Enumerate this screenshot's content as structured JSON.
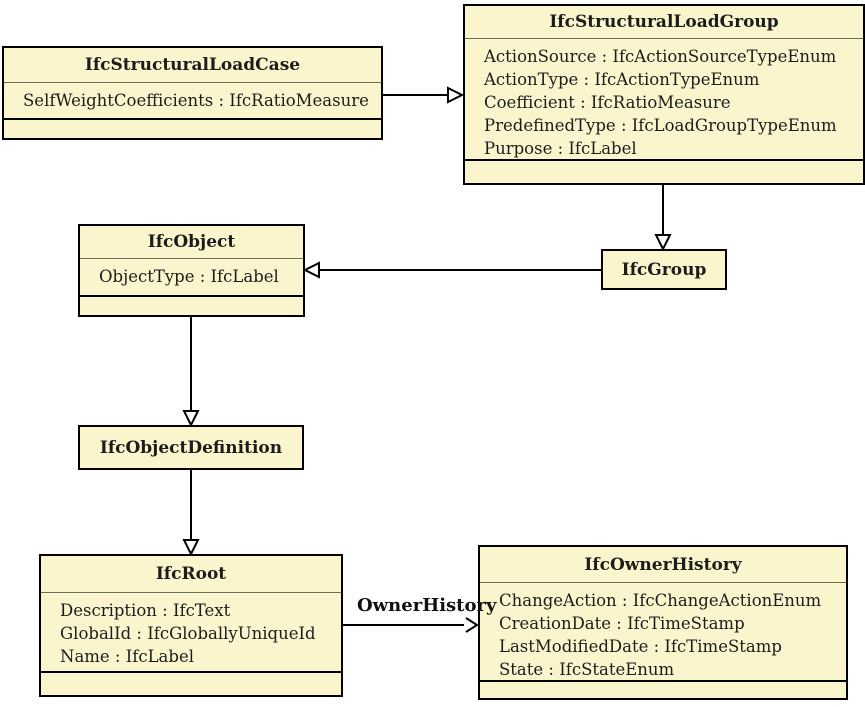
{
  "diagram": {
    "classes": [
      {
        "name": "IfcStructuralLoadCase",
        "attributes": [
          "SelfWeightCoefficients : IfcRatioMeasure"
        ]
      },
      {
        "name": "IfcStructuralLoadGroup",
        "attributes": [
          "ActionSource : IfcActionSourceTypeEnum",
          "ActionType : IfcActionTypeEnum",
          "Coefficient : IfcRatioMeasure",
          "PredefinedType : IfcLoadGroupTypeEnum",
          "Purpose : IfcLabel"
        ]
      },
      {
        "name": "IfcObject",
        "attributes": [
          "ObjectType : IfcLabel"
        ]
      },
      {
        "name": "IfcGroup",
        "attributes": []
      },
      {
        "name": "IfcObjectDefinition",
        "attributes": []
      },
      {
        "name": "IfcRoot",
        "attributes": [
          "Description : IfcText",
          "GlobalId : IfcGloballyUniqueId",
          "Name : IfcLabel"
        ]
      },
      {
        "name": "IfcOwnerHistory",
        "attributes": [
          "ChangeAction : IfcChangeActionEnum",
          "CreationDate : IfcTimeStamp",
          "LastModifiedDate : IfcTimeStamp",
          "State : IfcStateEnum"
        ]
      }
    ],
    "relationships": [
      {
        "from": "IfcStructuralLoadCase",
        "to": "IfcStructuralLoadGroup",
        "type": "inheritance"
      },
      {
        "from": "IfcStructuralLoadGroup",
        "to": "IfcGroup",
        "type": "inheritance"
      },
      {
        "from": "IfcGroup",
        "to": "IfcObject",
        "type": "inheritance"
      },
      {
        "from": "IfcObject",
        "to": "IfcObjectDefinition",
        "type": "inheritance"
      },
      {
        "from": "IfcObjectDefinition",
        "to": "IfcRoot",
        "type": "inheritance"
      },
      {
        "from": "IfcRoot",
        "to": "IfcOwnerHistory",
        "type": "association",
        "label": "OwnerHistory"
      }
    ],
    "colors": {
      "box_fill": "#fbf5cd",
      "box_border": "#000000",
      "background": "#ffffff"
    }
  }
}
